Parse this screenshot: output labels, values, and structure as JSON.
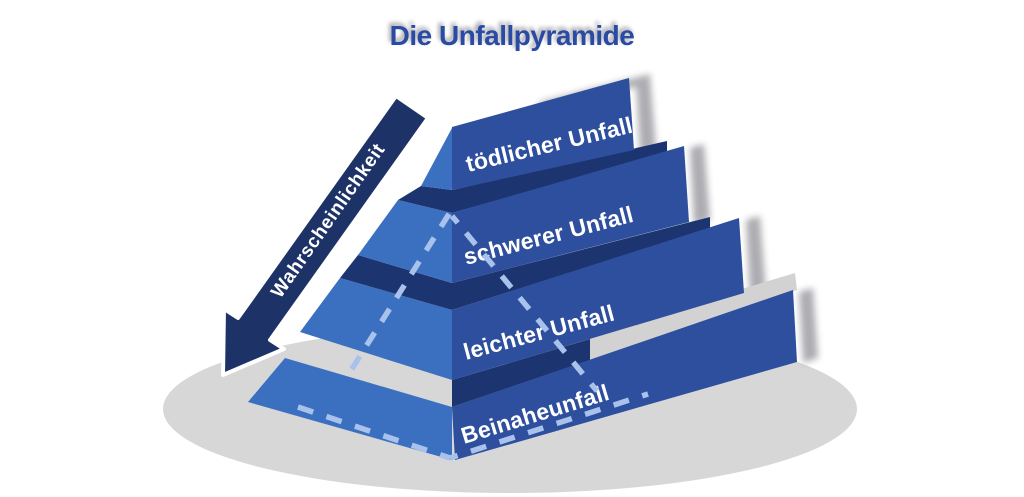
{
  "title": "Die Unfallpyramide",
  "arrow": {
    "label": "Wahrscheinlichkeit",
    "direction": "down-left"
  },
  "pyramid": {
    "levels": [
      {
        "label": "tödlicher Unfall"
      },
      {
        "label": "schwerer Unfall"
      },
      {
        "label": "leichter Unfall"
      },
      {
        "label": "Beinaheunfall"
      }
    ]
  },
  "colors": {
    "title_text": "#2a4ba3",
    "band_front": "#2d4f9e",
    "side_face": "#3b70c1",
    "separator_dark": "#1c3570",
    "arrow_fill": "#1d3266",
    "dashed_line": "#a8c2ec",
    "ground_shadow": "#d7d7d7",
    "label_text": "#ffffff"
  }
}
